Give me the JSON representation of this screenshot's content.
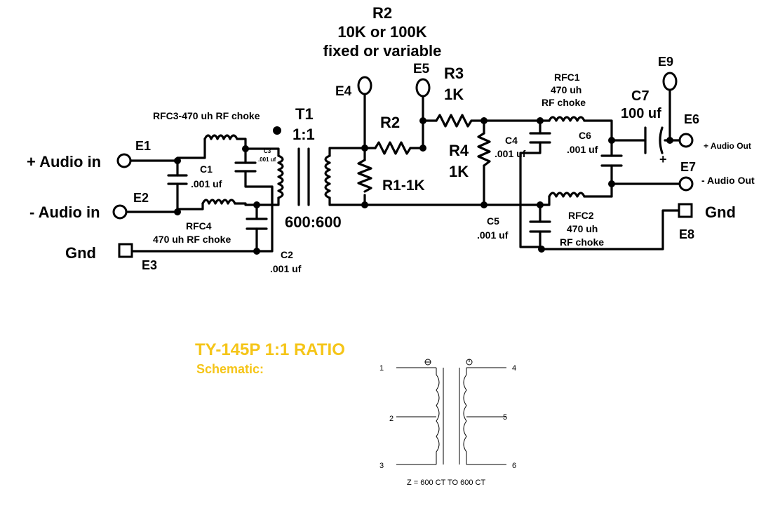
{
  "labels": {
    "r2_title": "R2",
    "r2_value": "10K or 100K",
    "r2_type": "fixed or variable",
    "r2": "R2",
    "r3": "R3",
    "r3_val": "1K",
    "r4": "R4",
    "r4_val": "1K",
    "r1": "R1-1K",
    "t1": "T1",
    "t1_ratio": "1:1",
    "t1_imp": "600:600",
    "rfc3": "RFC3-470 uh RF choke",
    "rfc4": "RFC4",
    "rfc4_val": "470 uh RF choke",
    "rfc1": "RFC1",
    "rfc1_val": "470 uh",
    "rfc1_type": "RF choke",
    "rfc2": "RFC2",
    "rfc2_val": "470 uh",
    "rfc2_type": "RF choke",
    "c1": "C1",
    "c1_val": ".001 uf",
    "c2": "C2",
    "c2_val": ".001 uf",
    "c3": "C3",
    "c3_val": ".001 uf",
    "c4": "C4",
    "c4_val": ".001 uf",
    "c5": "C5",
    "c5_val": ".001 uf",
    "c6": "C6",
    "c6_val": ".001 uf",
    "c7": "C7",
    "c7_val": "100 uf",
    "c7_plus": "+",
    "audio_in_plus": "+ Audio in",
    "audio_in_minus": "- Audio in",
    "gnd_left": "Gnd",
    "gnd_right": "Gnd",
    "audio_out_plus": "+ Audio Out",
    "audio_out_minus": "- Audio Out",
    "e1": "E1",
    "e2": "E2",
    "e3": "E3",
    "e4": "E4",
    "e5": "E5",
    "e6": "E6",
    "e7": "E7",
    "e8": "E8",
    "e9": "E9"
  },
  "schematic": {
    "title": "TY-145P 1:1 RATIO",
    "subtitle": "Schematic:",
    "pin1": "1",
    "pin2": "2",
    "pin3": "3",
    "pin4": "4",
    "pin5": "5",
    "pin6": "6",
    "impedance": "Z = 600 CT TO 600 CT"
  },
  "colors": {
    "accent": "#f5c518",
    "ink": "#000000"
  }
}
